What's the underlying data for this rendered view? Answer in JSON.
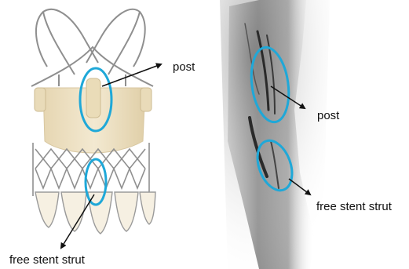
{
  "figure": {
    "left_panel": {
      "labels": {
        "post": "post",
        "free_stent_strut": "free stent strut"
      }
    },
    "right_panel": {
      "labels": {
        "post": "post",
        "free_stent_strut": "free stent strut"
      }
    }
  },
  "colors": {
    "highlight_ellipse": "#1fa8d8",
    "arrow": "#111111",
    "valve_skirt": "#efe3c6",
    "valve_skirt_shadow": "#e2d2ad",
    "stent_wire": "#8f8f8f",
    "fluoro_background": "#9a9a9a"
  },
  "icons": {
    "left_image": "valve-stent-illustration",
    "right_image": "fluoroscopy-xray-image"
  }
}
